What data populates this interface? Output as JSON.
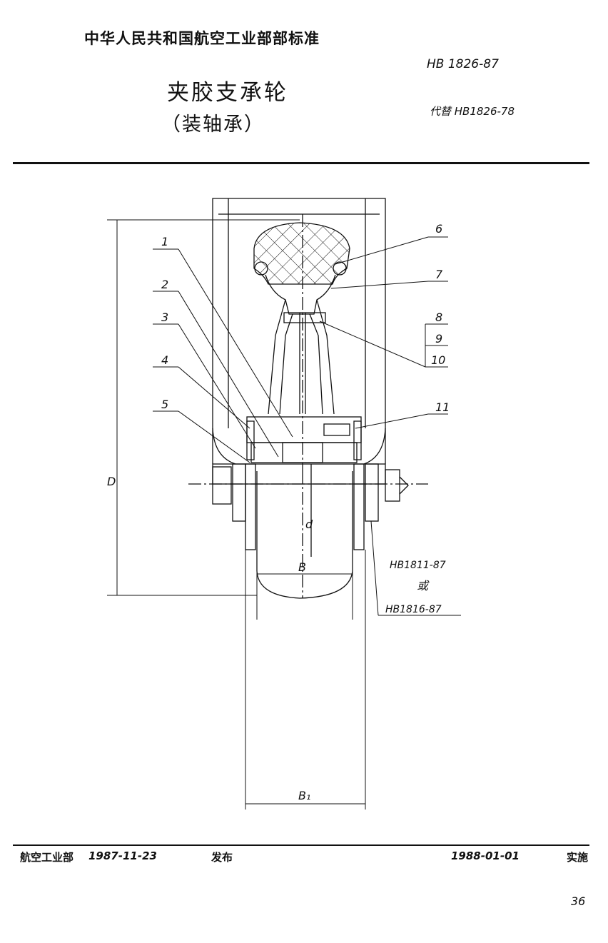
{
  "header": {
    "organization": "中华人民共和国航空工业部部标准",
    "standard_number": "HB 1826-87",
    "title": "夹胶支承轮",
    "subtitle": "（装轴承）",
    "replaces": "代替 HB1826-78"
  },
  "drawing": {
    "callouts": [
      "1",
      "2",
      "3",
      "4",
      "5",
      "6",
      "7",
      "8",
      "9",
      "10",
      "11"
    ],
    "dim_D": "D",
    "dim_d": "d",
    "dim_B": "B",
    "dim_B1": "B₁",
    "ref_standard_1": "HB1811-87",
    "ref_or": "或",
    "ref_standard_2": "HB1816-87"
  },
  "footer": {
    "issuer": "航空工业部",
    "issue_date": "1987-11-23",
    "issue_label": "发布",
    "effective_date": "1988-01-01",
    "effective_label": "实施",
    "page_number": "36"
  }
}
